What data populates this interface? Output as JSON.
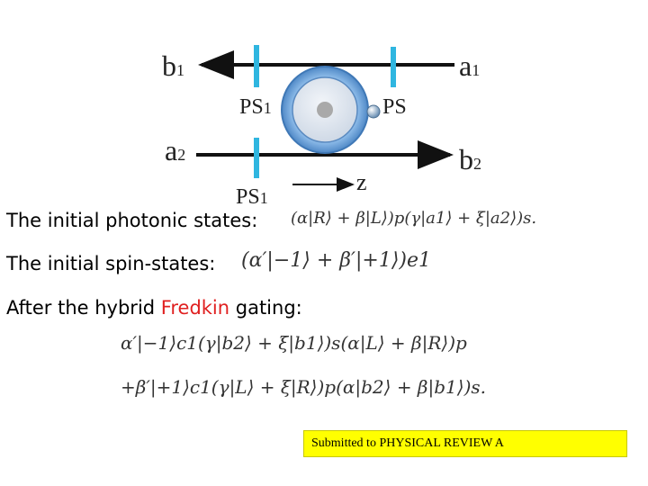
{
  "diagram": {
    "label_b1": "b",
    "label_b1_sub": "1",
    "label_a1": "a",
    "label_a1_sub": "1",
    "label_a2": "a",
    "label_a2_sub": "2",
    "label_b2": "b",
    "label_b2_sub": "2",
    "label_ps1_top": "PS",
    "label_ps1_top_sub": "1",
    "label_ps": "PS",
    "label_ps1_bottom": "PS",
    "label_ps1_bottom_sub": "1",
    "label_z": "z",
    "colors": {
      "line": "#111111",
      "plate": "#2fb6e0",
      "cavity": "#6aa4dd",
      "core": "#a9a9a9"
    }
  },
  "text": {
    "photonic_label": "The initial photonic states:",
    "photonic_eq": "(α|R⟩ + β|L⟩)p(γ|a1⟩ + ξ|a2⟩)s.",
    "spin_label": "The initial spin-states:",
    "spin_eq": "(α′|−1⟩ + β′|+1⟩)e1",
    "after_prefix": "After the hybrid ",
    "after_highlight": "Fredkin",
    "after_suffix": " gating:",
    "eq1": "α′|−1⟩c1(γ|b2⟩ + ξ|b1⟩)s(α|L⟩ + β|R⟩)p",
    "eq2": "+β′|+1⟩c1(γ|L⟩ + ξ|R⟩)p(α|b2⟩ + β|b1⟩)s."
  },
  "footer": {
    "prefix": "Submitted to ",
    "journal": "PHYSICAL REVIEW A",
    "highlight_color": "#ffff00"
  }
}
